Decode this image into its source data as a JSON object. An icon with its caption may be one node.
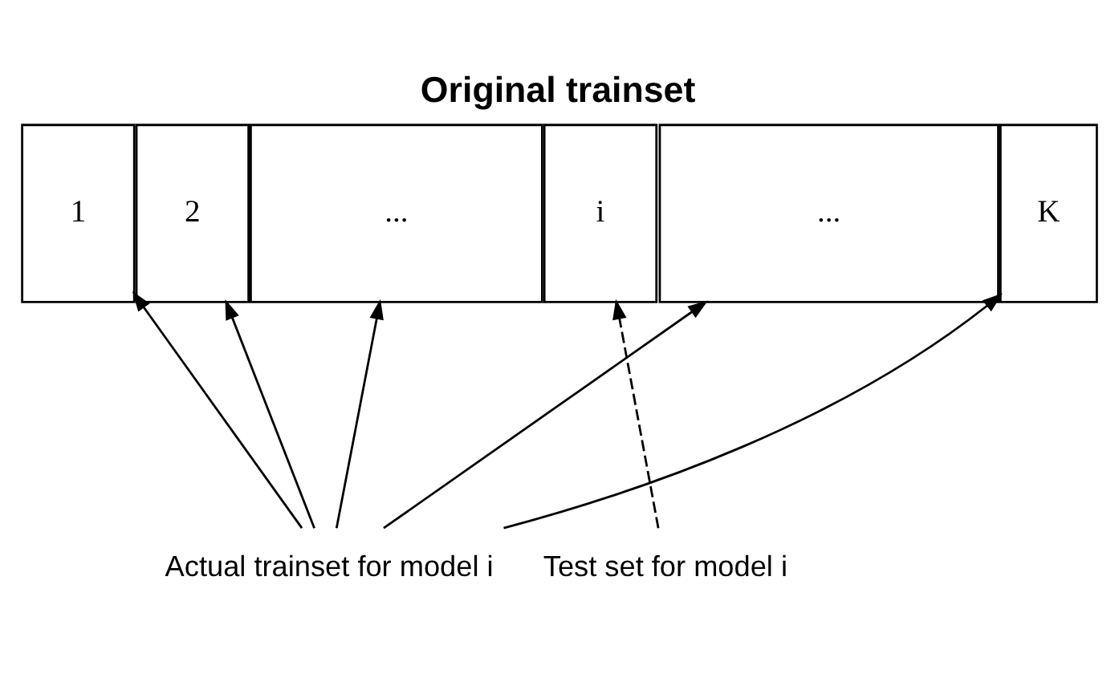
{
  "diagram": {
    "title": "Original trainset",
    "nodes": [
      {
        "text": [
          "1"
        ]
      },
      {
        "text": [
          "2"
        ]
      },
      {
        "text": [
          "..."
        ]
      },
      {
        "text": [
          "i"
        ]
      },
      {
        "text": [
          "..."
        ]
      },
      {
        "text": [
          "K"
        ]
      },
      {
        "text": [
          "Actual trainset for model i"
        ]
      },
      {
        "text": [
          "Test set for model i"
        ]
      }
    ],
    "edges": [
      {
        "from": 6,
        "to": 0,
        "arrow": "to"
      },
      {
        "from": 6,
        "to": 1,
        "arrow": "to"
      },
      {
        "from": 6,
        "to": 2,
        "arrow": "to"
      },
      {
        "from": 6,
        "to": 4,
        "arrow": "to"
      },
      {
        "from": 6,
        "to": 5,
        "arrow": "to"
      },
      {
        "from": 7,
        "to": 3,
        "arrow": "to",
        "style": "dashed"
      }
    ]
  }
}
